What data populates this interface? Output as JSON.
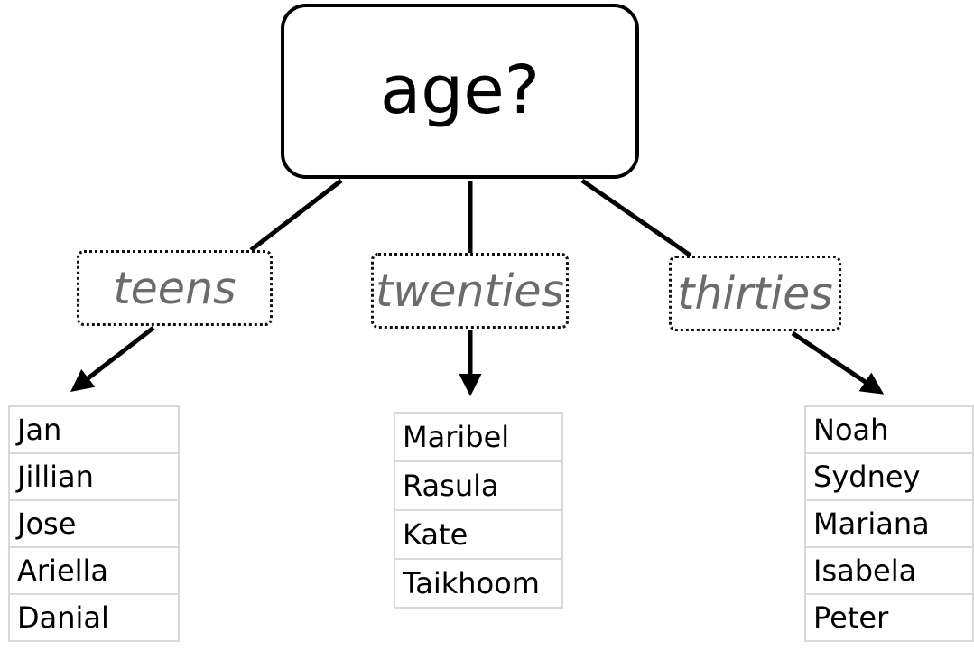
{
  "root": {
    "label": "age?"
  },
  "branches": [
    {
      "key": "teens",
      "label": "teens",
      "names": [
        "Jan",
        "Jillian",
        "Jose",
        "Ariella",
        "Danial"
      ]
    },
    {
      "key": "twenties",
      "label": "twenties",
      "names": [
        "Maribel",
        "Rasula",
        "Kate",
        "Taikhoom"
      ]
    },
    {
      "key": "thirties",
      "label": "thirties",
      "names": [
        "Noah",
        "Sydney",
        "Mariana",
        "Isabela",
        "Peter"
      ]
    }
  ],
  "colors": {
    "line": "#000000",
    "branch_text": "#6b6b6b",
    "grid": "#d9d9d9",
    "background": "#ffffff"
  }
}
